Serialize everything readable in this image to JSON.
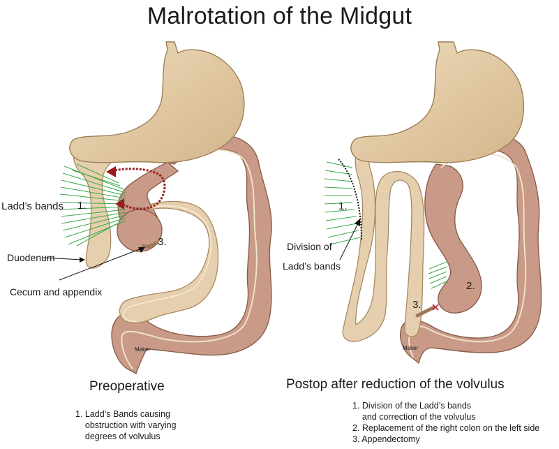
{
  "title": "Malrotation of the Midgut",
  "left_panel": {
    "heading": "Preoperative",
    "labels": {
      "ladds_bands": "Ladd’s bands",
      "duodenum": "Duodenum",
      "cecum": "Cecum and appendix"
    },
    "markers": [
      "1.",
      "3."
    ],
    "watermark": "Maker",
    "notes": [
      "1. Ladd’s Bands causing",
      "    obstruction with varying",
      "    degrees of volvulus"
    ]
  },
  "right_panel": {
    "heading": "Postop after reduction of the volvulus",
    "labels": {
      "division_line1": "Division of",
      "division_line2": "Ladd’s bands"
    },
    "markers": [
      "1.",
      "2.",
      "3."
    ],
    "watermark": "Maker",
    "notes": [
      "1. Division of the Ladd’s bands",
      "    and correction of the volvulus",
      "2. Replacement of the right colon on the left side",
      "3. Appendectomy"
    ]
  },
  "colors": {
    "stomach": "#e2c9a3",
    "colon": "#c89a87",
    "small_bowel": "#e5cfae",
    "bands": "#3aa845",
    "arrow": "#9b1c1c"
  }
}
